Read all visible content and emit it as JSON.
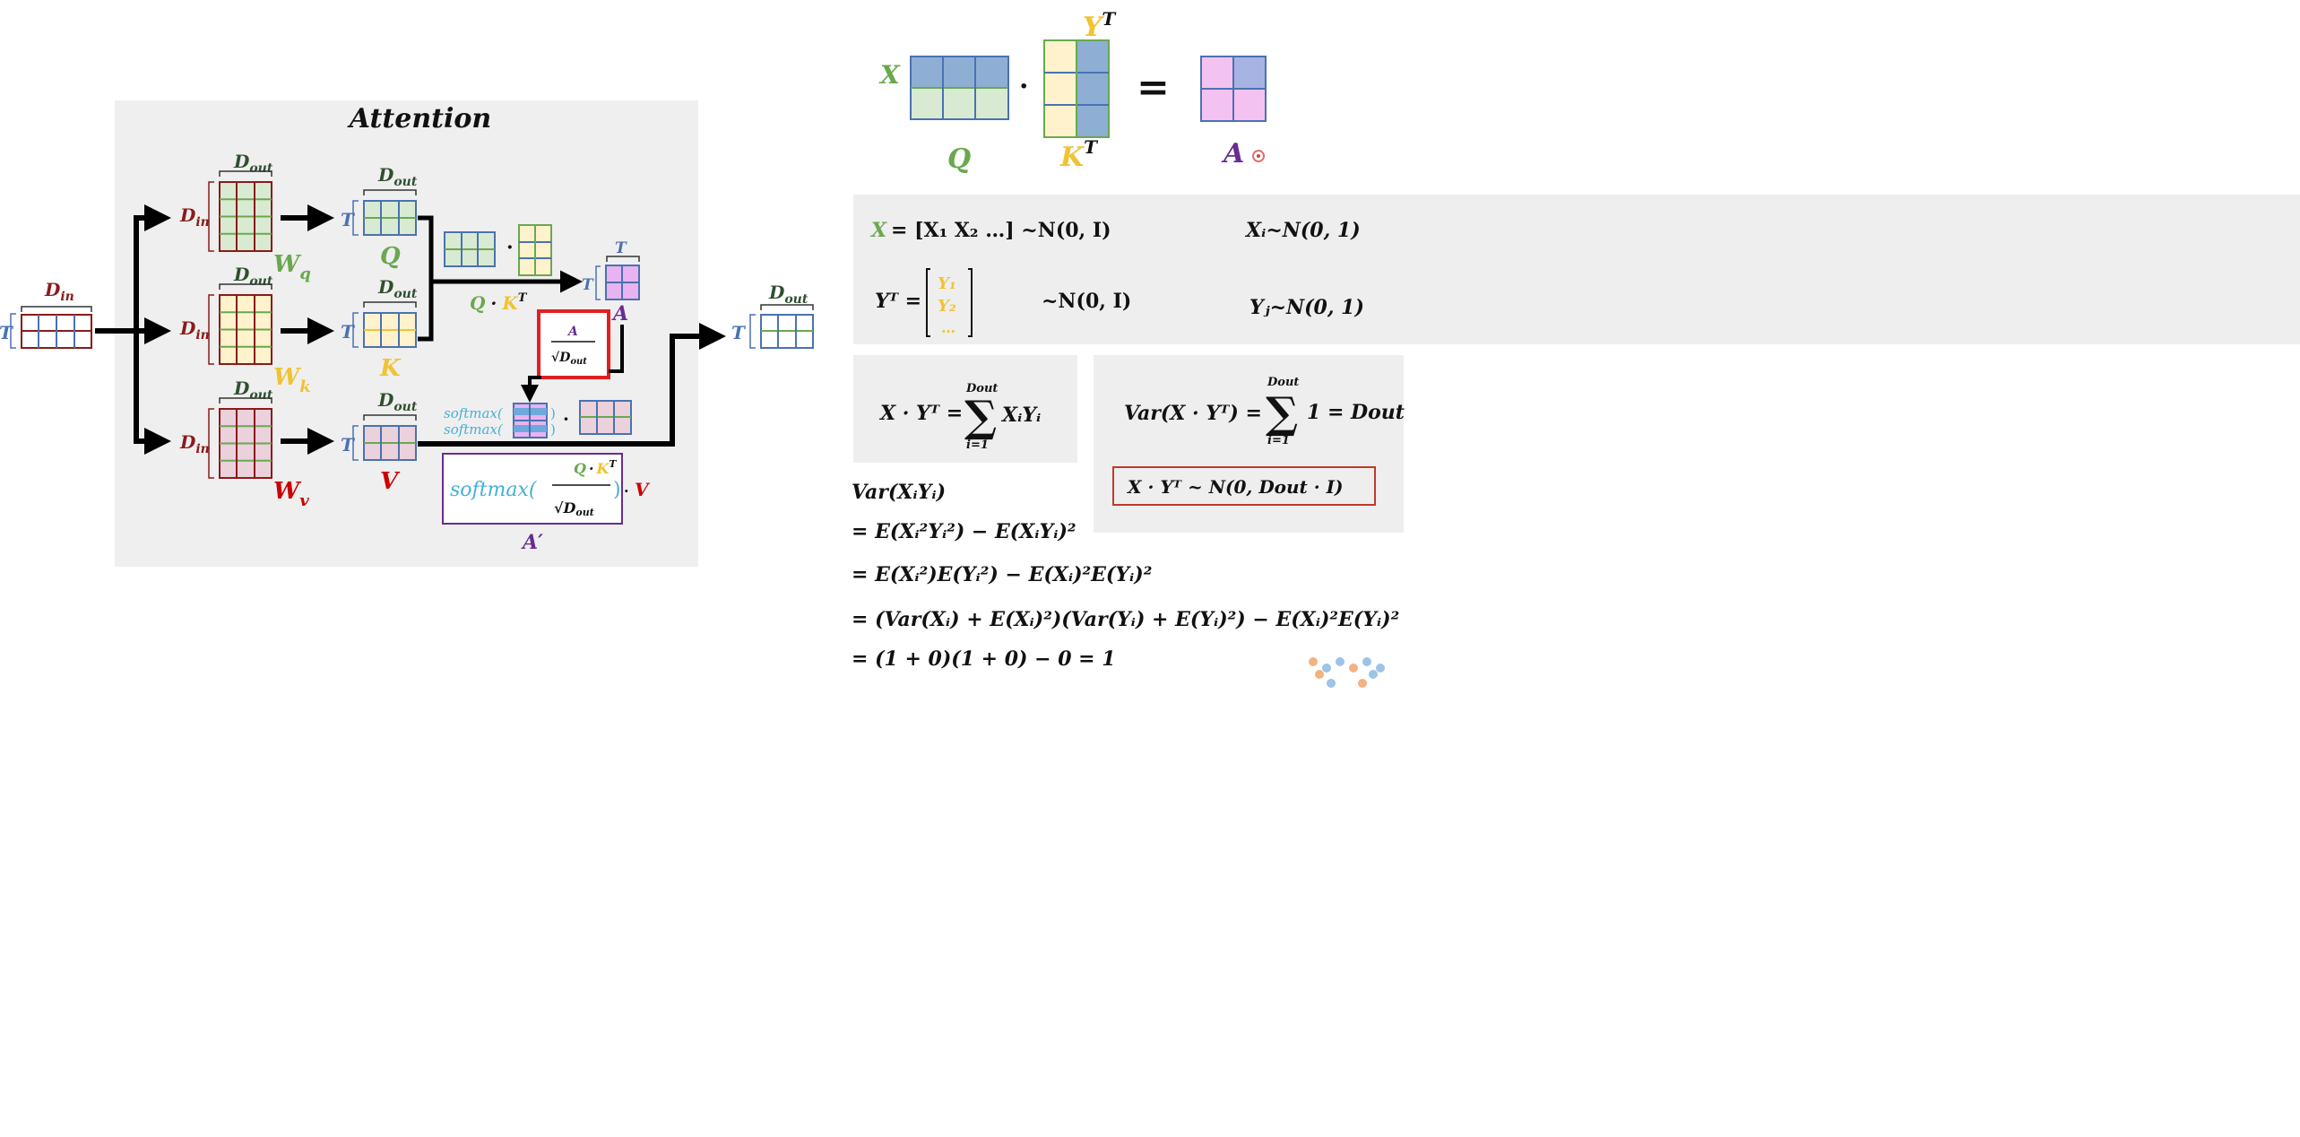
{
  "colors": {
    "green": "#6aa84f",
    "yellow": "#f1c232",
    "red": "#cc0000",
    "darkred": "#8b1a1a",
    "blue": "#4a72b0",
    "purple": "#6a2c91",
    "cyan": "#45b0d6",
    "darkgreen": "#2f4f2f"
  },
  "diagram": {
    "title": "Attention",
    "labels": {
      "T": "T",
      "D": "D",
      "in": "in",
      "out": "out",
      "W": "W",
      "q": "q",
      "k": "k",
      "v": "v",
      "Q": "Q",
      "K": "K",
      "V": "V",
      "A": "A",
      "dot": "·",
      "sup_T": "T",
      "softmax": "softmax(",
      "softmax_close": ")",
      "A_prime": "A′"
    }
  },
  "top_eq": {
    "X": "X",
    "dot": "·",
    "Y": "Y",
    "sup_T": "T",
    "equals": "=",
    "Q": "Q",
    "K": "K",
    "A": "A"
  },
  "dist_panel": {
    "x_vec_lhs": "X",
    "x_vec_rhs": "= [X₁   X₂   …] ~N(0, I)",
    "xi": "Xᵢ~N(0, 1)",
    "yt_lhs": "Yᵀ =",
    "y_entries": [
      "Y₁",
      "Y₂",
      "…"
    ],
    "yt_dist": "~N(0, I)",
    "yj": "Yⱼ~N(0, 1)"
  },
  "sum_panel": {
    "lhs": "X · Yᵀ =",
    "sum_top": "Dout",
    "sum_bottom": "i=1",
    "term": "XᵢYᵢ"
  },
  "var_panel": {
    "lhs": "Var(X · Yᵀ) =",
    "sum_top": "Dout",
    "sum_bottom": "i=1",
    "term": "1 = Dout",
    "boxed": "X · Yᵀ     ~ N(0, Dout · I)"
  },
  "derivation": [
    "Var(XᵢYᵢ)",
    "= E(Xᵢ²Yᵢ²) − E(XᵢYᵢ)²",
    "= E(Xᵢ²)E(Yᵢ²) − E(Xᵢ)²E(Yᵢ)²",
    "= (Var(Xᵢ) + E(Xᵢ)²)(Var(Yᵢ) + E(Yᵢ)²) − E(Xᵢ)²E(Yᵢ)²",
    "= (1 + 0)(1 + 0) − 0 = 1"
  ]
}
